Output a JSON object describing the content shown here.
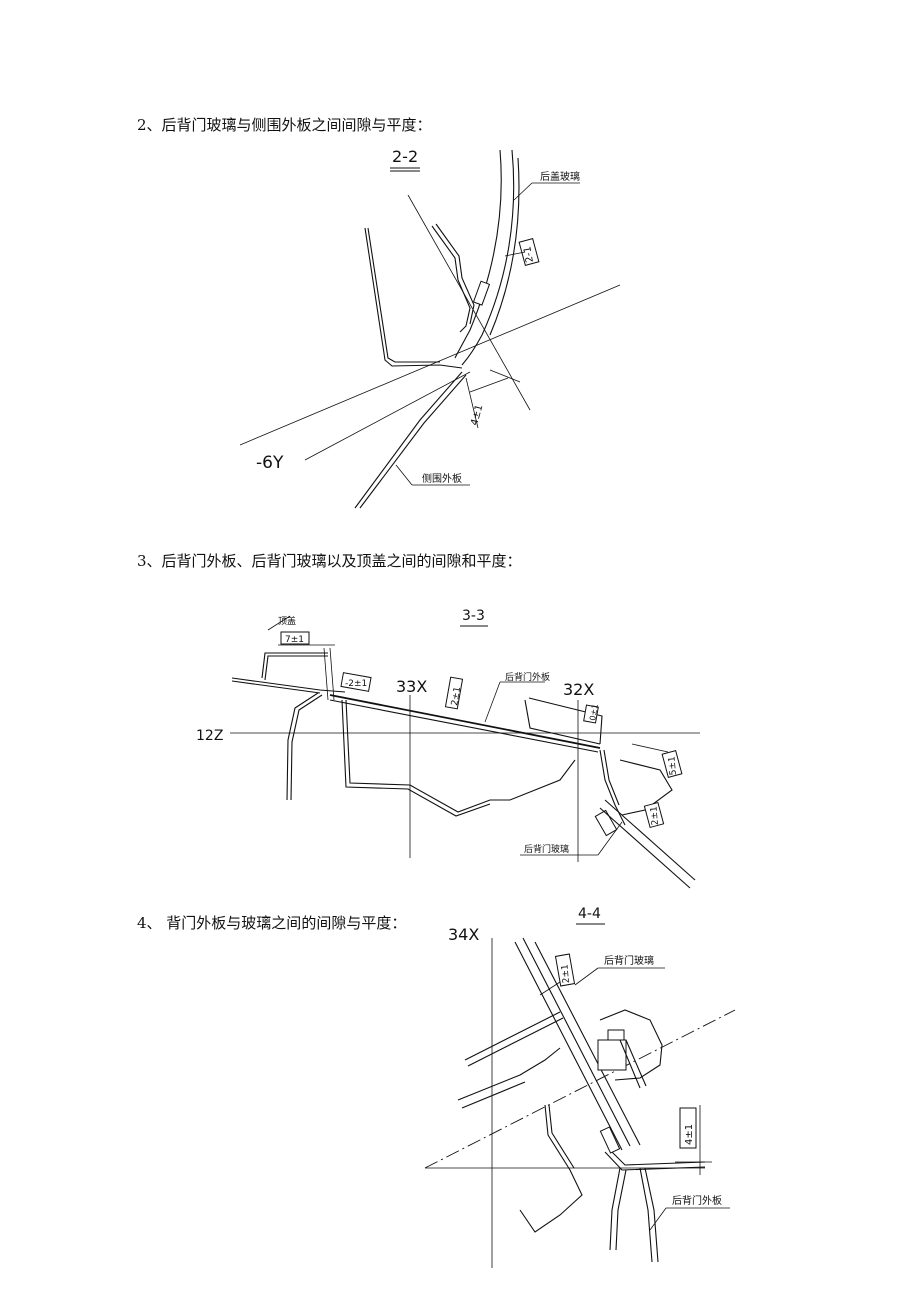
{
  "sections": [
    {
      "heading": "2、后背门玻璃与侧围外板之间间隙与平度：",
      "section_label": "2-2",
      "labels": {
        "glass": "后盖玻璃",
        "side_panel": "侧围外板",
        "axis": "-6Y",
        "flush": "2-1",
        "gap": "4±1"
      }
    },
    {
      "heading": "3、后背门外板、后背门玻璃以及顶盖之间的间隙和平度：",
      "section_label": "3-3",
      "labels": {
        "roof": "顶盖",
        "gap_roof": "7±1",
        "flush_roof": "-2±1",
        "outer_panel": "后背门外板",
        "flush_mid": "2±1",
        "flush_right": "0±1",
        "gap_right": "5±1",
        "flush_glass": "2±1",
        "glass": "后背门玻璃",
        "axis_33x": "33X",
        "axis_32x": "32X",
        "axis_12z": "12Z"
      }
    },
    {
      "heading": "4、 背门外板与玻璃之间的间隙与平度：",
      "section_label": "4-4",
      "labels": {
        "axis_34x": "34X",
        "glass": "后背门玻璃",
        "flush": "2±1",
        "gap": "4±1",
        "outer_panel": "后背门外板"
      }
    }
  ]
}
